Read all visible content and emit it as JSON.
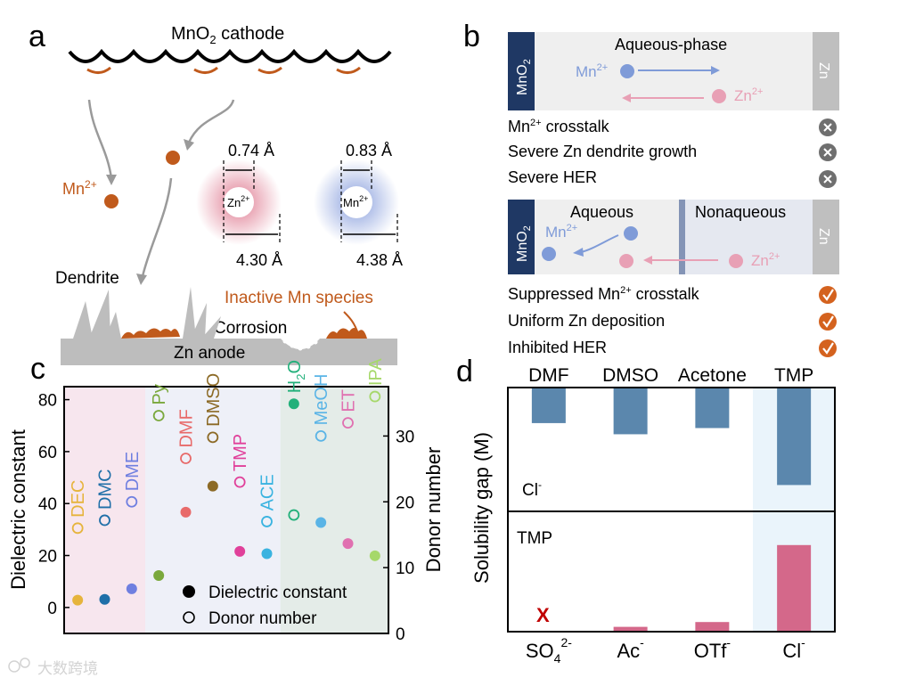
{
  "panel_labels": {
    "a": "a",
    "b": "b",
    "c": "c",
    "d": "d"
  },
  "panel_a": {
    "cathode_label": "MnO",
    "cathode_sub": "2",
    "cathode_suffix": " cathode",
    "mn_label": "Mn",
    "mn_sup": "2+",
    "zn_ion": "Zn",
    "zn_ion_sup": "2+",
    "mn_ion": "Mn",
    "mn_ion_sup": "2+",
    "zn_inner": "0.74 Å",
    "mn_inner": "0.83 Å",
    "zn_outer": "4.30 Å",
    "mn_outer": "4.38 Å",
    "dendrite": "Dendrite",
    "inactive": "Inactive Mn species",
    "corrosion": "Corrosion",
    "anode": "Zn anode",
    "colors": {
      "mn": "#c05a1c",
      "zn_halo": "#e8a0b0",
      "mn_halo": "#a9b9e6",
      "electrode": "#bdbdbd"
    }
  },
  "panel_b": {
    "top": {
      "left_electrode": "MnO",
      "left_sub": "2",
      "right_electrode": "Zn",
      "phase": "Aqueous-phase",
      "mn_ion": "Mn",
      "mn_sup": "2+",
      "zn_ion": "Zn",
      "zn_sup": "2+"
    },
    "top_items": [
      {
        "text": "Mn",
        "sup": "2+",
        "suffix": " crosstalk",
        "status": "cross-icon"
      },
      {
        "text": "Severe Zn dendrite growth",
        "sup": "",
        "suffix": "",
        "status": "cross-icon"
      },
      {
        "text": "Severe HER",
        "sup": "",
        "suffix": "",
        "status": "cross-icon"
      }
    ],
    "bottom": {
      "left_electrode": "MnO",
      "left_sub": "2",
      "right_electrode": "Zn",
      "aqueous": "Aqueous",
      "nonaqueous": "Nonaqueous",
      "mn_ion": "Mn",
      "mn_sup": "2+",
      "zn_ion": "Zn",
      "zn_sup": "2+"
    },
    "bottom_items": [
      {
        "text": "Suppressed Mn",
        "sup": "2+",
        "suffix": " crosstalk",
        "status": "check-icon"
      },
      {
        "text": "Uniform Zn deposition",
        "sup": "",
        "suffix": "",
        "status": "check-icon"
      },
      {
        "text": "Inhibited HER",
        "sup": "",
        "suffix": "",
        "status": "check-icon"
      }
    ],
    "colors": {
      "electrode_dark": "#1f3864",
      "electrode_gray": "#bfbfbf",
      "mn_blue": "#7f9bd8",
      "zn_pink": "#e8a0b5",
      "cross": "#6f6f6f",
      "check": "#d4621e"
    }
  },
  "chart_data": [
    {
      "type": "scatter",
      "panel": "c",
      "ylabel": "Dielectric constant",
      "y2label": "Donor number",
      "ylim": [
        -10,
        85
      ],
      "y2lim": [
        0,
        37.5
      ],
      "yticks": [
        0,
        20,
        40,
        60,
        80
      ],
      "y2ticks": [
        0,
        10,
        20,
        30
      ],
      "legend": [
        {
          "label": "Dielectric constant",
          "marker": "filled"
        },
        {
          "label": "Donor number",
          "marker": "open"
        }
      ],
      "legend_position": "bottom-right",
      "solvents": [
        {
          "name": "DEC",
          "dielectric": 2.8,
          "donor": 16,
          "color": "#e6b43c"
        },
        {
          "name": "DMC",
          "dielectric": 3.1,
          "donor": 17.2,
          "color": "#1f6fa8"
        },
        {
          "name": "DME",
          "dielectric": 7.2,
          "donor": 20,
          "color": "#6f7fe0"
        },
        {
          "name": "Py",
          "dielectric": 12.3,
          "donor": 33.1,
          "color": "#7aa83c"
        },
        {
          "name": "DMF",
          "dielectric": 36.7,
          "donor": 26.6,
          "color": "#e86a6a"
        },
        {
          "name": "DMSO",
          "dielectric": 46.7,
          "donor": 29.8,
          "color": "#8c6a26"
        },
        {
          "name": "TMP",
          "dielectric": 21.6,
          "donor": 23,
          "color": "#e0409a"
        },
        {
          "name": "ACE",
          "dielectric": 20.7,
          "donor": 17,
          "color": "#3ab3e0"
        },
        {
          "name": "H2O",
          "dielectric": 78.4,
          "donor": 18,
          "color": "#22b07a"
        },
        {
          "name": "MeOH",
          "dielectric": 32.7,
          "donor": 30,
          "color": "#5ab4e6"
        },
        {
          "name": "ET",
          "dielectric": 24.6,
          "donor": 32,
          "color": "#e070b0"
        },
        {
          "name": "IPA",
          "dielectric": 19.9,
          "donor": 36,
          "color": "#a6d86a"
        }
      ],
      "bands": [
        {
          "from": "DEC",
          "to": "DME",
          "color": "#f7e6ee"
        },
        {
          "from": "Py",
          "to": "ACE",
          "color": "#eef0f8"
        },
        {
          "from": "H2O",
          "to": "IPA",
          "color": "#e4ece8"
        }
      ]
    },
    {
      "type": "bar",
      "panel": "d",
      "ylabel": "Solubility gap (M)",
      "categories": [
        "DMF",
        "DMSO",
        "Acetone",
        "TMP"
      ],
      "bottom_labels": [
        {
          "text": "SO",
          "sub": "4",
          "sup": "2-"
        },
        {
          "text": "Ac",
          "sub": "",
          "sup": "-"
        },
        {
          "text": "OTf",
          "sub": "",
          "sup": "-"
        },
        {
          "text": "Cl",
          "sub": "",
          "sup": "-"
        }
      ],
      "series": [
        {
          "name": "Cl",
          "name_sup": "-",
          "values": [
            0.28,
            0.37,
            0.32,
            0.78
          ],
          "color": "#5b87ad"
        },
        {
          "name": "TMP",
          "values": [
            0.0,
            0.04,
            0.08,
            0.72
          ],
          "color": "#d4688a"
        }
      ],
      "missing_marker": "X",
      "highlight_color": "#eaf4fb"
    }
  ]
}
